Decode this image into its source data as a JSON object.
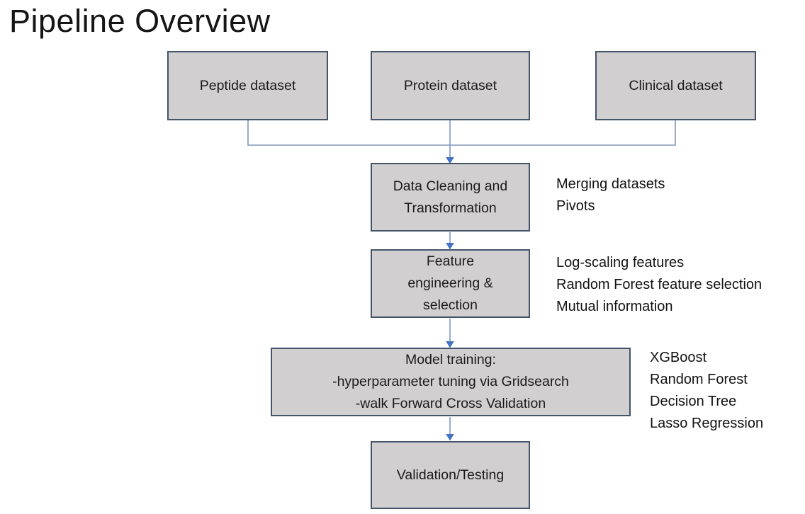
{
  "title": "Pipeline Overview",
  "colors": {
    "box_fill": "#d1cfcf",
    "box_border": "#44546a",
    "connector": "#7e97c6",
    "elbow": "#8096b8",
    "arrowhead": "#4472c4"
  },
  "nodes": {
    "peptide": {
      "label": "Peptide dataset"
    },
    "protein": {
      "label": "Protein dataset"
    },
    "clinical": {
      "label": "Clinical dataset"
    },
    "cleaning": {
      "label": "Data Cleaning and\nTransformation"
    },
    "feature": {
      "label": "Feature\nengineering &\nselection"
    },
    "model": {
      "label": "Model training:\n-hyperparameter tuning via Gridsearch\n-walk Forward Cross Validation"
    },
    "validation": {
      "label": "Validation/Testing"
    }
  },
  "annotations": {
    "cleaning_notes": "Merging datasets\nPivots",
    "feature_notes": "Log-scaling features\nRandom Forest feature selection\nMutual information",
    "model_notes": "XGBoost\nRandom Forest\nDecision Tree\nLasso Regression"
  }
}
